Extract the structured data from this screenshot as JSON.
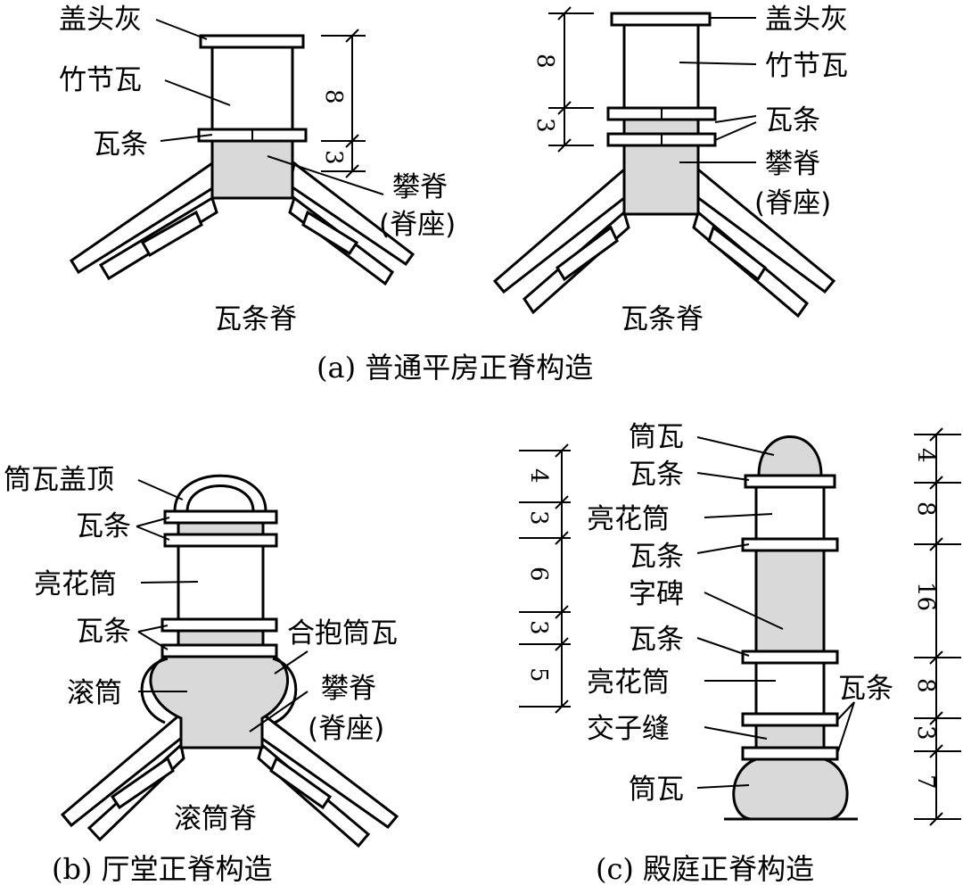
{
  "panel_a": {
    "left": {
      "labels": [
        "盖头灰",
        "竹节瓦",
        "瓦条",
        "攀脊",
        "(脊座)"
      ],
      "dims": [
        "8",
        "3"
      ],
      "name": "瓦条脊"
    },
    "right": {
      "labels": [
        "盖头灰",
        "竹节瓦",
        "瓦条",
        "攀脊",
        "(脊座)"
      ],
      "dims": [
        "8",
        "3"
      ],
      "name": "瓦条脊"
    },
    "caption": "(a) 普通平房正脊构造"
  },
  "panel_b": {
    "labels": [
      "筒瓦盖顶",
      "瓦条",
      "亮花筒",
      "瓦条",
      "合抱筒瓦",
      "滚筒",
      "攀脊",
      "(脊座)"
    ],
    "name": "滚筒脊",
    "caption": "(b) 厅堂正脊构造"
  },
  "panel_c": {
    "labels": [
      "筒瓦",
      "瓦条",
      "亮花筒",
      "瓦条",
      "字碑",
      "瓦条",
      "亮花筒",
      "瓦条",
      "交子缝",
      "筒瓦"
    ],
    "dims_left": [
      "4",
      "3",
      "6",
      "3",
      "5"
    ],
    "dims_right": [
      "4",
      "8",
      "16",
      "8",
      "3",
      "7"
    ],
    "caption": "(c) 殿庭正脊构造"
  }
}
